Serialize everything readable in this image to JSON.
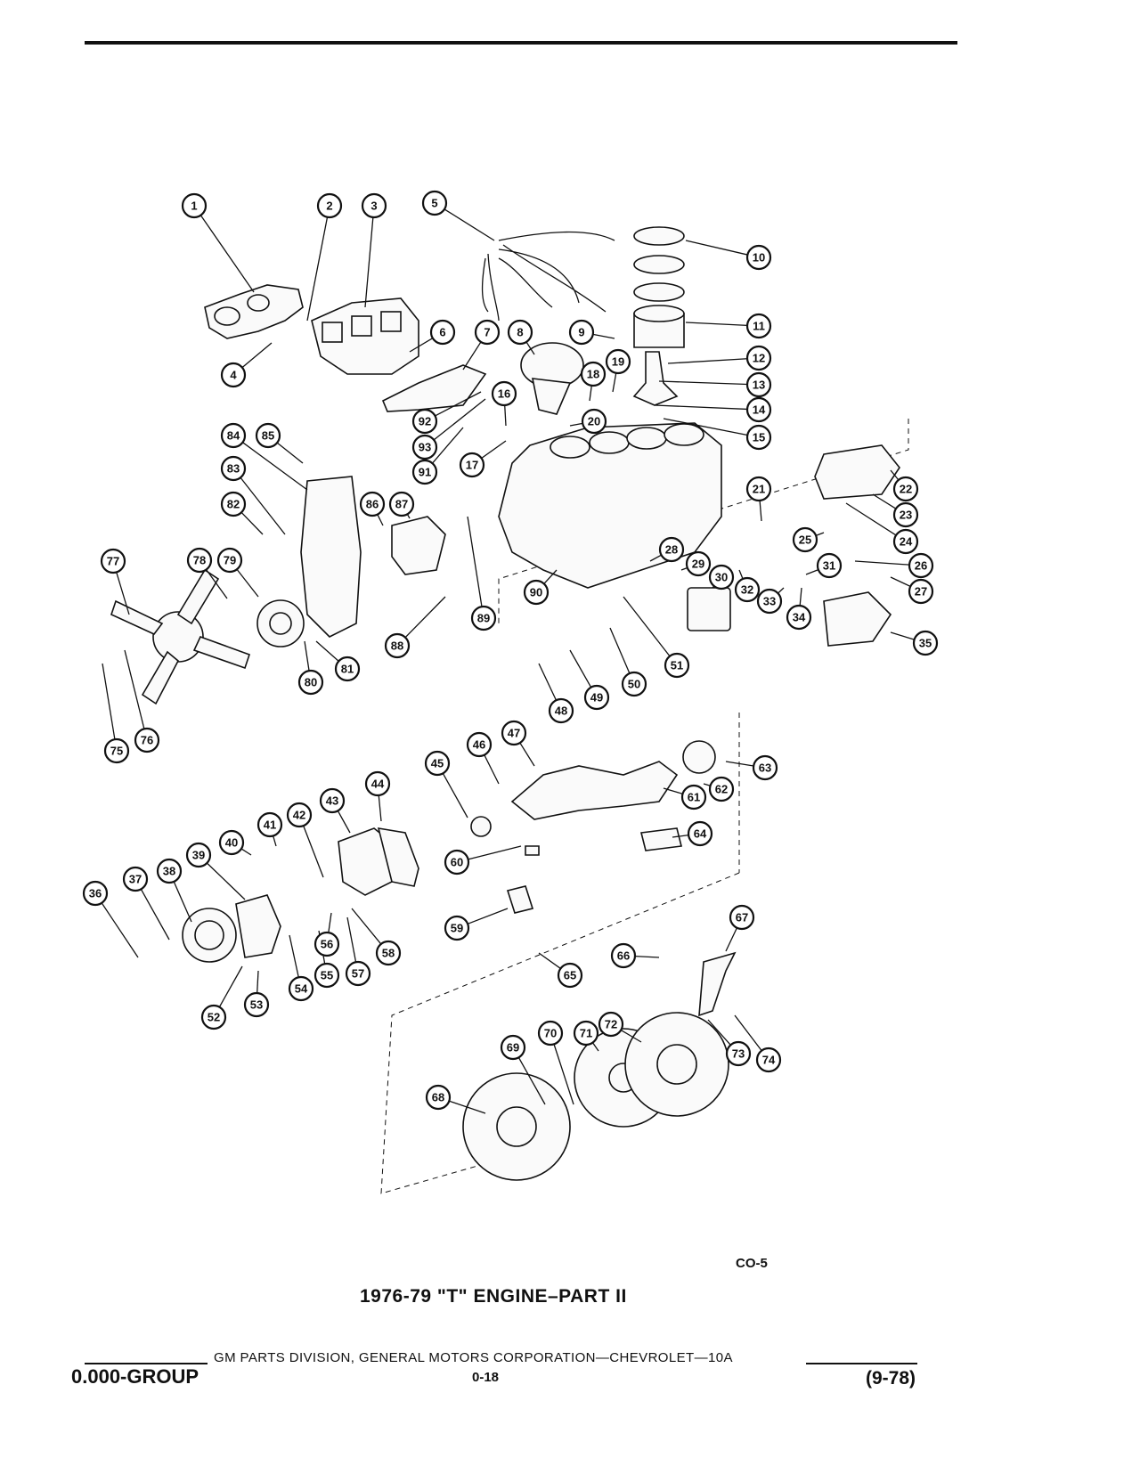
{
  "figure": {
    "code": "CO-5",
    "title": "1976-79 \"T\" ENGINE–PART II"
  },
  "callouts": [
    "1",
    "2",
    "3",
    "4",
    "5",
    "6",
    "7",
    "8",
    "9",
    "10",
    "11",
    "12",
    "13",
    "14",
    "15",
    "16",
    "17",
    "18",
    "19",
    "20",
    "21",
    "22",
    "23",
    "24",
    "25",
    "26",
    "27",
    "28",
    "29",
    "30",
    "31",
    "32",
    "33",
    "34",
    "35",
    "36",
    "37",
    "38",
    "39",
    "40",
    "41",
    "42",
    "43",
    "44",
    "45",
    "46",
    "47",
    "48",
    "49",
    "50",
    "51",
    "52",
    "53",
    "54",
    "55",
    "56",
    "57",
    "58",
    "59",
    "60",
    "61",
    "62",
    "63",
    "64",
    "65",
    "66",
    "67",
    "68",
    "69",
    "70",
    "71",
    "72",
    "73",
    "74",
    "75",
    "76",
    "77",
    "78",
    "79",
    "80",
    "81",
    "82",
    "83",
    "84",
    "85",
    "86",
    "87",
    "88",
    "89",
    "90",
    "91",
    "92",
    "93"
  ],
  "footer": {
    "publisher": "GM PARTS DIVISION, GENERAL MOTORS CORPORATION—CHEVROLET—10A",
    "group": "0.000-GROUP",
    "page": "0-18",
    "date": "(9-78)"
  }
}
